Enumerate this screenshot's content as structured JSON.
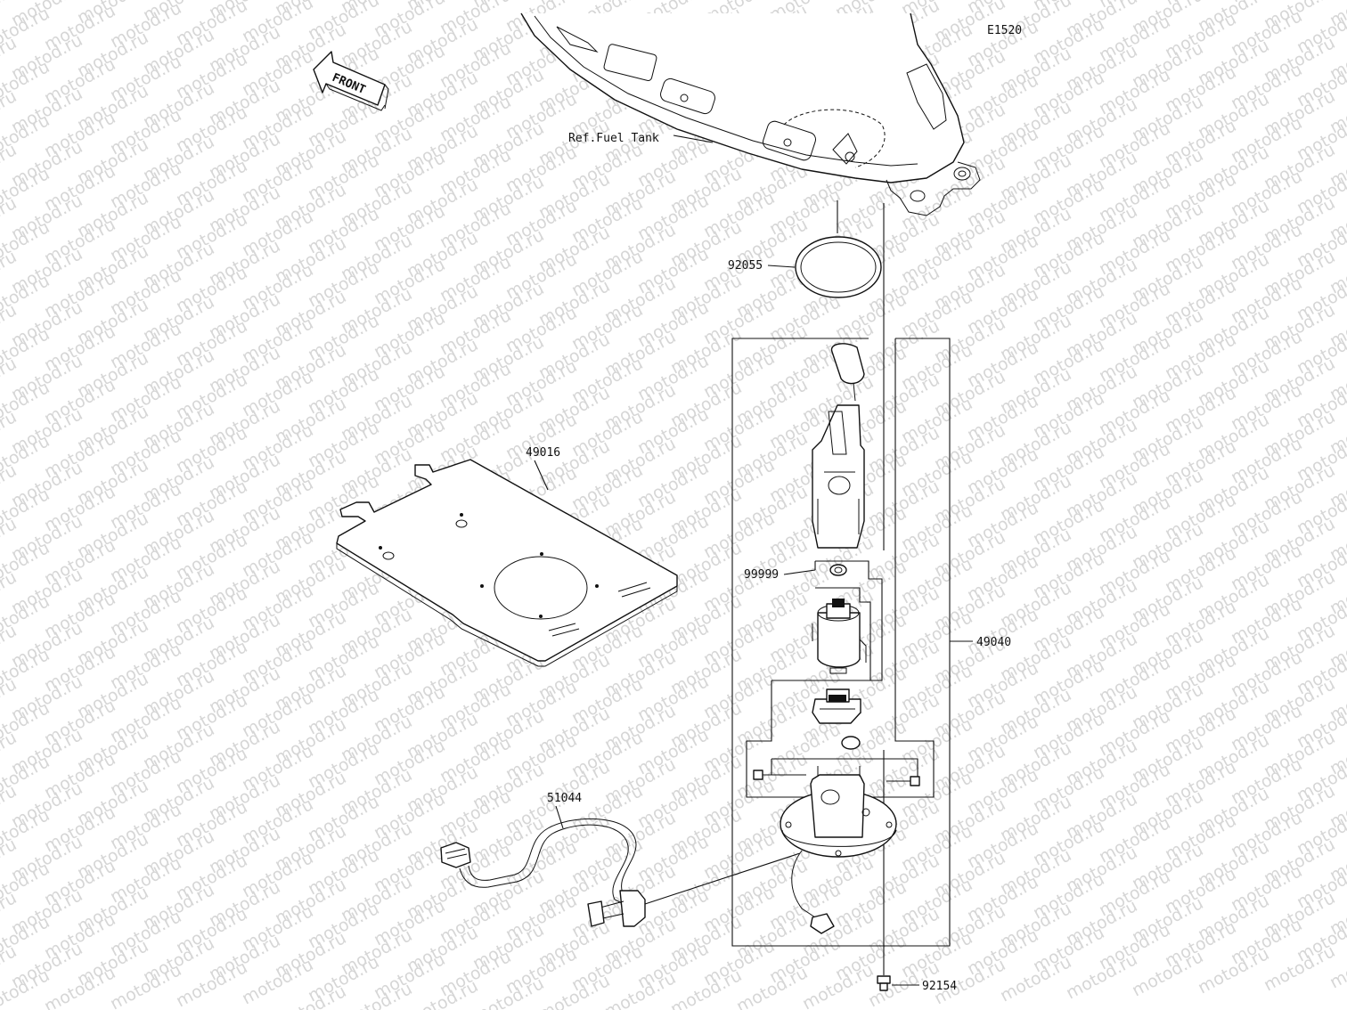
{
  "diagram_code": "E1520",
  "front_arrow_text": "FRONT",
  "watermark_text": "motod.ru",
  "reference_label": "Ref.Fuel Tank",
  "part_labels": {
    "gasket_ring": "92055",
    "mat_plate": "49016",
    "fuel_pump_assy": "49040",
    "seal_washer": "99999",
    "hose_assy": "51044",
    "bolt": "92154"
  }
}
